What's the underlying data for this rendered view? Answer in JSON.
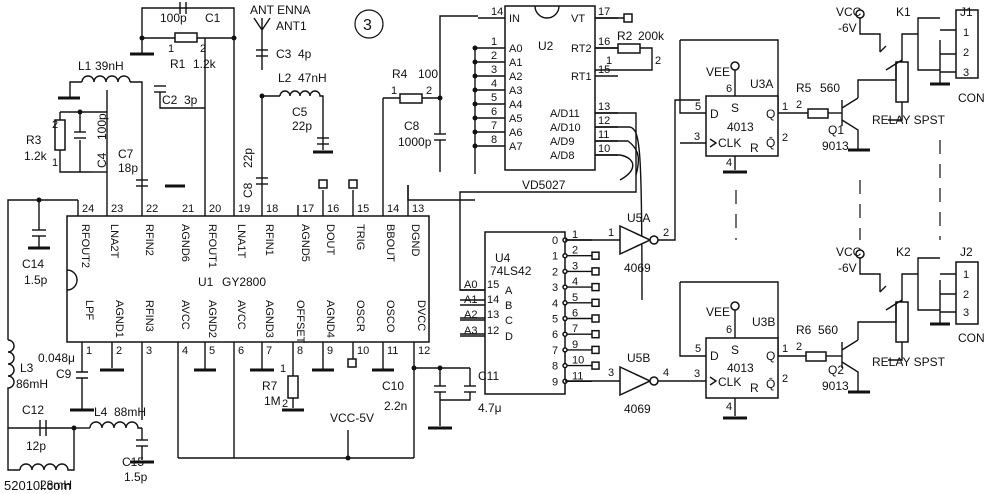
{
  "badge": "3",
  "watermark": "52010l.com",
  "u1": {
    "ref": "U1",
    "part": "GY2800",
    "top_pins": [
      {
        "num": "24",
        "name": "RFOUT2"
      },
      {
        "num": "23",
        "name": "LNA2T"
      },
      {
        "num": "22",
        "name": "RFIN2"
      },
      {
        "num": "21",
        "name": "AGND6"
      },
      {
        "num": "20",
        "name": "RFOUT1"
      },
      {
        "num": "19",
        "name": "LNA1T"
      },
      {
        "num": "18",
        "name": "RFIN1"
      },
      {
        "num": "17",
        "name": "AGND5"
      },
      {
        "num": "16",
        "name": "DOUT"
      },
      {
        "num": "15",
        "name": "TRIG"
      },
      {
        "num": "14",
        "name": "BBOUT"
      },
      {
        "num": "13",
        "name": "DGND"
      }
    ],
    "bottom_pins": [
      {
        "num": "1",
        "name": "LPF"
      },
      {
        "num": "2",
        "name": "AGND1"
      },
      {
        "num": "3",
        "name": "RFIN3"
      },
      {
        "num": "4",
        "name": "AVCC"
      },
      {
        "num": "5",
        "name": "AGND2"
      },
      {
        "num": "6",
        "name": "AVCC"
      },
      {
        "num": "7",
        "name": "AGND3"
      },
      {
        "num": "8",
        "name": "OFFSET"
      },
      {
        "num": "9",
        "name": "AGND4"
      },
      {
        "num": "10",
        "name": "OSCR"
      },
      {
        "num": "11",
        "name": "OSCO"
      },
      {
        "num": "12",
        "name": "DVCC"
      }
    ]
  },
  "u2": {
    "ref": "U2",
    "part": "VD5027",
    "left_pins": [
      {
        "num": "14",
        "name": "IN"
      },
      {
        "num": "1",
        "name": "A0"
      },
      {
        "num": "2",
        "name": "A1"
      },
      {
        "num": "3",
        "name": "A2"
      },
      {
        "num": "4",
        "name": "A3"
      },
      {
        "num": "5",
        "name": "A4"
      },
      {
        "num": "6",
        "name": "A5"
      },
      {
        "num": "7",
        "name": "A6"
      },
      {
        "num": "8",
        "name": "A7"
      }
    ],
    "right_pins": [
      {
        "num": "17",
        "name": "VT"
      },
      {
        "num": "16",
        "name": "RT2"
      },
      {
        "num": "15",
        "name": "RT1"
      },
      {
        "num": "13",
        "name": "A/D11"
      },
      {
        "num": "12",
        "name": "A/D10"
      },
      {
        "num": "11",
        "name": "A/D9"
      },
      {
        "num": "10",
        "name": "A/D8"
      }
    ]
  },
  "u4": {
    "ref": "U4",
    "part": "74LS42",
    "inputs": [
      {
        "net": "A0",
        "num": "15",
        "name": "A"
      },
      {
        "net": "A1",
        "num": "14",
        "name": "B"
      },
      {
        "net": "A2",
        "num": "13",
        "name": "C"
      },
      {
        "net": "A3",
        "num": "12",
        "name": "D"
      }
    ],
    "outputs": [
      {
        "name": "0",
        "num": "1"
      },
      {
        "name": "1",
        "num": "2"
      },
      {
        "name": "2",
        "num": "3"
      },
      {
        "name": "3",
        "num": "4"
      },
      {
        "name": "4",
        "num": "5"
      },
      {
        "name": "5",
        "num": "6"
      },
      {
        "name": "6",
        "num": "7"
      },
      {
        "name": "7",
        "num": "9"
      },
      {
        "name": "8",
        "num": "10"
      },
      {
        "name": "9",
        "num": "11"
      }
    ]
  },
  "u3a": {
    "ref": "U3A",
    "part": "4013",
    "vee": "VEE",
    "vee_pin": "6",
    "s": "S",
    "d": "D",
    "d_pin": "5",
    "clk": "CLK",
    "clk_pin": "3",
    "r": "R",
    "q": "Q",
    "q_pin": "1",
    "qbar": "Q̄",
    "qbar_pin": "2",
    "gnd_pin": "4"
  },
  "u3b": {
    "ref": "U3B",
    "part": "4013",
    "vee": "VEE",
    "vee_pin": "6",
    "s": "S",
    "d": "D",
    "d_pin": "5",
    "clk": "CLK",
    "clk_pin": "3",
    "r": "R",
    "q": "Q",
    "q_pin": "1",
    "qbar": "Q̄",
    "qbar_pin": "2",
    "gnd_pin": "4"
  },
  "u5a": {
    "ref": "U5A",
    "part": "4069",
    "in_pin": "1",
    "out_pin": "2"
  },
  "u5b": {
    "ref": "U5B",
    "part": "4069",
    "in_pin": "3",
    "out_pin": "4"
  },
  "relay1": {
    "vcc": "VCC",
    "vcc2": "-6V",
    "ref": "K1",
    "label": "RELAY SPST",
    "conn": "J1",
    "conn_label": "CON",
    "pins": [
      "1",
      "2",
      "3"
    ]
  },
  "relay2": {
    "vcc": "VCC",
    "vcc2": "-6V",
    "ref": "K2",
    "label": "RELAY SPST",
    "conn": "J2",
    "conn_label": "CON",
    "pins": [
      "1",
      "2",
      "3"
    ]
  },
  "q1": {
    "ref": "Q1",
    "part": "9013"
  },
  "q2": {
    "ref": "Q2",
    "part": "9013"
  },
  "r5": {
    "ref": "R5",
    "value": "560",
    "pin2": "2"
  },
  "r6": {
    "ref": "R6",
    "value": "560",
    "pin2": "2"
  },
  "passives": {
    "c1": {
      "ref": "C1",
      "value": "100p"
    },
    "r1": {
      "ref": "R1",
      "value": "1.2k",
      "p1": "1",
      "p2": "2"
    },
    "l1": {
      "ref": "L1",
      "value": "39nH"
    },
    "c2": {
      "ref": "C2",
      "value": "3p"
    },
    "r3": {
      "ref": "R3",
      "value": "1.2k",
      "p1": "1",
      "p2": "2"
    },
    "c4": {
      "ref": "C4",
      "value": "100p"
    },
    "c7": {
      "ref": "C7",
      "value": "18p"
    },
    "ant": {
      "ref": "ANT1",
      "label": "ANT ENNA"
    },
    "c3": {
      "ref": "C3",
      "value": "4p"
    },
    "l2": {
      "ref": "L2",
      "value": "47nH"
    },
    "c5": {
      "ref": "C5",
      "value": "22p"
    },
    "c8a": {
      "ref": "C8",
      "value": "22p"
    },
    "r4": {
      "ref": "R4",
      "value": "100",
      "p1": "1",
      "p2": "2"
    },
    "c8b": {
      "ref": "C8",
      "value": "1000p"
    },
    "r2": {
      "ref": "R2",
      "value": "200k",
      "p1": "1",
      "p2": "2"
    },
    "c14": {
      "ref": "C14",
      "value": "1.5p"
    },
    "l3": {
      "ref": "L3",
      "value": "86mH"
    },
    "c9": {
      "ref": "C9",
      "value": "0.048μ"
    },
    "c12": {
      "ref": "C12",
      "value": "12p"
    },
    "l4": {
      "ref": "L4",
      "value": "88mH"
    },
    "l5": {
      "value": "28mH"
    },
    "c15": {
      "ref": "C15",
      "value": "1.5p"
    },
    "r7": {
      "ref": "R7",
      "value": "1M",
      "p1": "1",
      "p2": "2"
    },
    "vcc5": {
      "label": "VCC-5V"
    },
    "c10": {
      "ref": "C10",
      "value": "2.2n"
    },
    "c11": {
      "ref": "C11",
      "value": "4.7μ"
    }
  }
}
